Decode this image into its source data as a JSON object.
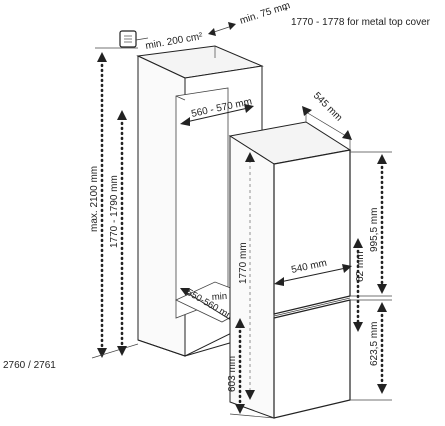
{
  "note": {
    "asterisk": "*",
    "text": "1770 - 1778 for metal top cover"
  },
  "model": "2760 / 2761",
  "dimensions": {
    "vent_area": "min. 200 cm²",
    "gap_top": "min. 75 mm",
    "niche_width": "560 - 570 mm",
    "depth": "545 mm",
    "max_height": "max. 2100 mm",
    "niche_height": "1770 - 1790 mm",
    "niche_depth_min": "min",
    "niche_depth": "550-560 mm",
    "appliance_height": "1770 mm",
    "appliance_width": "540 mm",
    "upper_door": "995,5 mm",
    "gap_doors": "62 mm",
    "lower_door": "623,5 mm",
    "lower_height": "603 mm"
  }
}
